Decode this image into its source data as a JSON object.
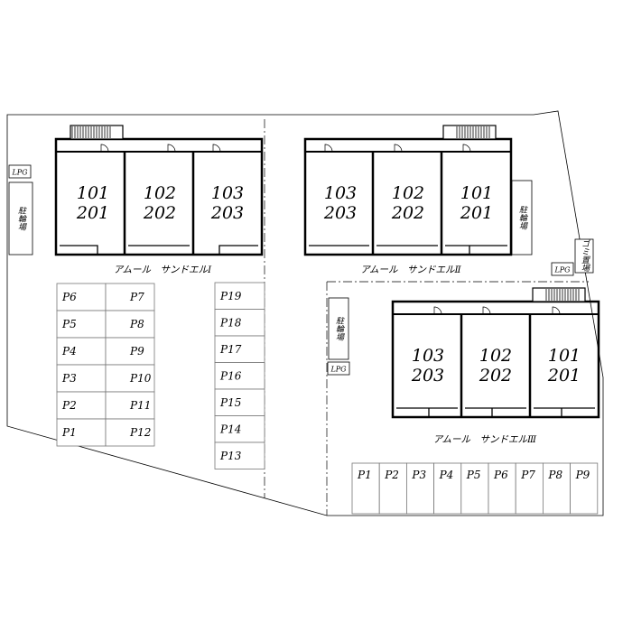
{
  "buildings": [
    {
      "name": "アムール　サンドエルⅠ",
      "units": [
        {
          "top": "101",
          "bottom": "201"
        },
        {
          "top": "102",
          "bottom": "202"
        },
        {
          "top": "103",
          "bottom": "203"
        }
      ]
    },
    {
      "name": "アムール　サンドエルⅡ",
      "units": [
        {
          "top": "103",
          "bottom": "203"
        },
        {
          "top": "102",
          "bottom": "202"
        },
        {
          "top": "101",
          "bottom": "201"
        }
      ]
    },
    {
      "name": "アムール　サンドエルⅢ",
      "units": [
        {
          "top": "103",
          "bottom": "203"
        },
        {
          "top": "102",
          "bottom": "202"
        },
        {
          "top": "101",
          "bottom": "201"
        }
      ]
    }
  ],
  "lpg_label": "LPG",
  "bike_parking_label": "駐輪場",
  "garbage_label": "ゴミ置場",
  "parking_I_left": [
    "P6",
    "P5",
    "P4",
    "P3",
    "P2",
    "P1"
  ],
  "parking_I_right": [
    "P7",
    "P8",
    "P9",
    "P10",
    "P11",
    "P12"
  ],
  "parking_I_column": [
    "P19",
    "P18",
    "P17",
    "P16",
    "P15",
    "P14",
    "P13"
  ],
  "parking_III_row": [
    "P1",
    "P2",
    "P3",
    "P4",
    "P5",
    "P6",
    "P7",
    "P8",
    "P9"
  ]
}
